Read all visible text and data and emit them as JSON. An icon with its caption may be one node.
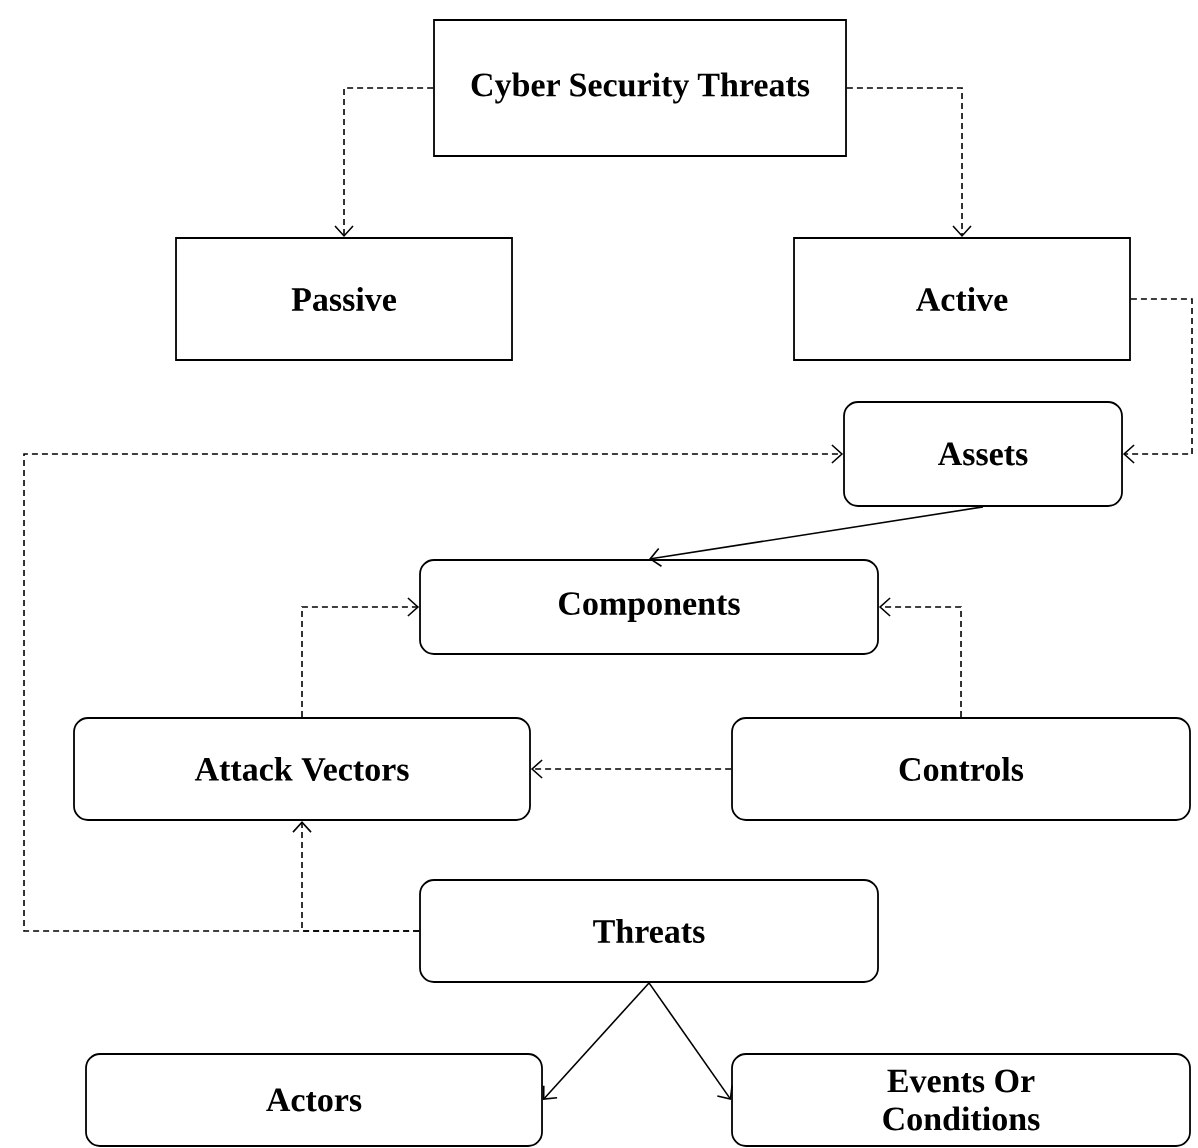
{
  "diagram": {
    "nodes": [
      {
        "text": [
          "Cyber Security Threats"
        ]
      },
      {
        "text": [
          "Passive"
        ]
      },
      {
        "text": [
          "Active"
        ]
      },
      {
        "text": [
          "Assets"
        ]
      },
      {
        "text": [
          "Components"
        ]
      },
      {
        "text": [
          "Attack Vectors"
        ]
      },
      {
        "text": [
          "Controls"
        ]
      },
      {
        "text": [
          "Threats"
        ]
      },
      {
        "text": [
          "Actors"
        ]
      },
      {
        "text": [
          "Events Or Conditions"
        ]
      }
    ],
    "edges": [
      {
        "from": 0,
        "to": 1,
        "arrow": "to",
        "style": "dashed"
      },
      {
        "from": 0,
        "to": 2,
        "arrow": "to",
        "style": "dashed"
      },
      {
        "from": 2,
        "to": 3,
        "arrow": "to",
        "style": "dashed"
      },
      {
        "from": 7,
        "to": 3,
        "arrow": "to",
        "style": "dashed"
      },
      {
        "from": 3,
        "to": 4,
        "arrow": "to"
      },
      {
        "from": 5,
        "to": 4,
        "arrow": "to",
        "style": "dashed"
      },
      {
        "from": 6,
        "to": 4,
        "arrow": "to",
        "style": "dashed"
      },
      {
        "from": 6,
        "to": 5,
        "arrow": "to",
        "style": "dashed"
      },
      {
        "from": 7,
        "to": 5,
        "arrow": "to",
        "style": "dashed"
      },
      {
        "from": 7,
        "to": 8,
        "arrow": "to"
      },
      {
        "from": 7,
        "to": 9,
        "arrow": "to"
      }
    ]
  }
}
